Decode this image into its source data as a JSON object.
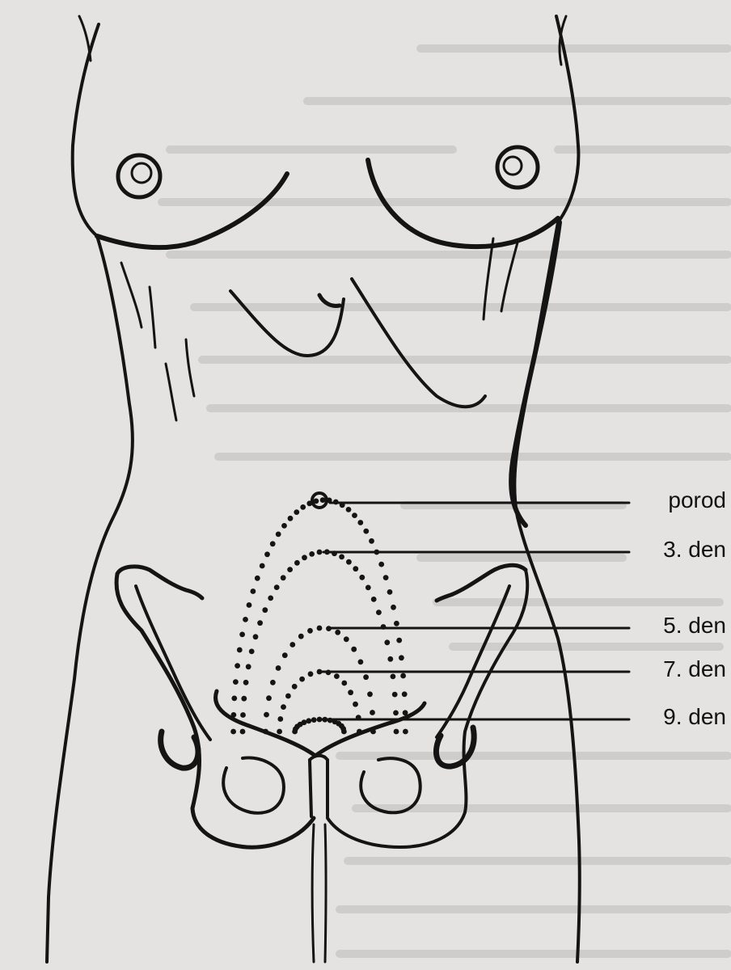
{
  "figure": {
    "labels": [
      "porod",
      "3. den",
      "5. den",
      "7. den",
      "9. den"
    ]
  },
  "colors": {
    "paper": "#e4e3e1",
    "ink": "#141414"
  }
}
